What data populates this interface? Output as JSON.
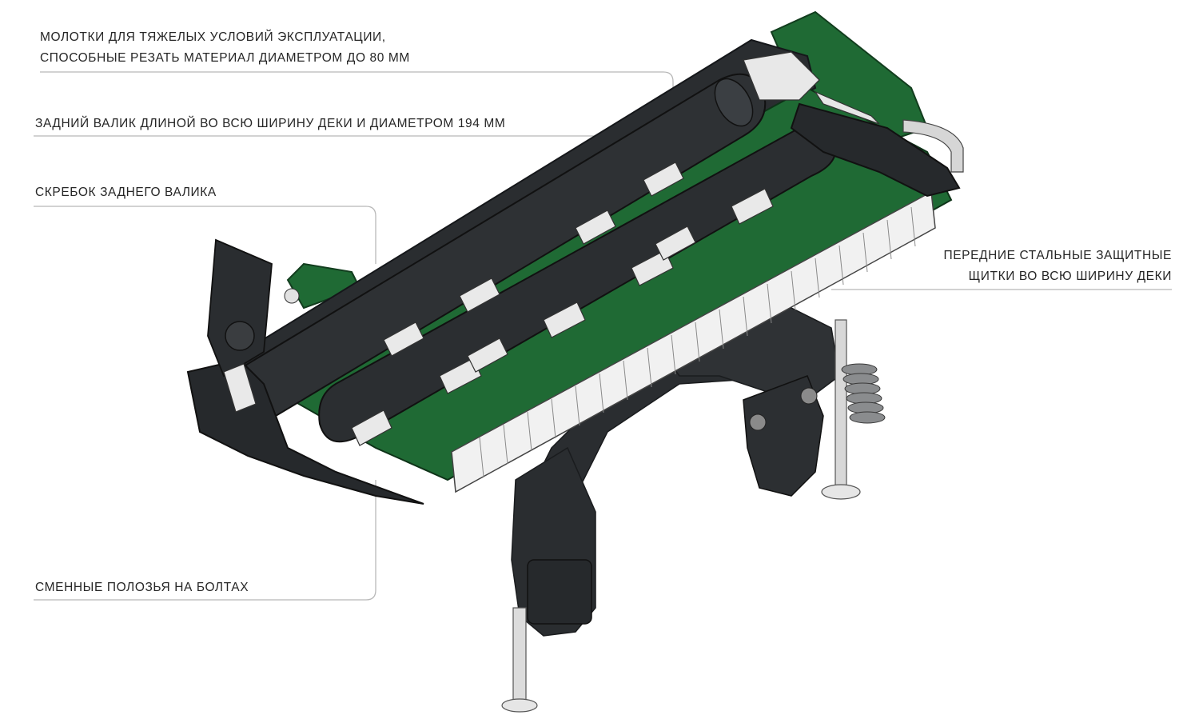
{
  "callouts": {
    "hammers": {
      "line1": "МОЛОТКИ ДЛЯ ТЯЖЕЛЫХ УСЛОВИЙ ЭКСПЛУАТАЦИИ,",
      "line2": "СПОСОБНЫЕ РЕЗАТЬ МАТЕРИАЛ ДИАМЕТРОМ ДО 80 ММ"
    },
    "rear_roller": "ЗАДНИЙ ВАЛИК ДЛИНОЙ ВО ВСЮ ШИРИНУ ДЕКИ И ДИАМЕТРОМ 194 ММ",
    "roller_scraper": "СКРЕБОК ЗАДНЕГО ВАЛИКА",
    "front_guards": {
      "line1": "ПЕРЕДНИЕ СТАЛЬНЫЕ ЗАЩИТНЫЕ",
      "line2": "ЩИТКИ ВО ВСЮ ШИРИНУ ДЕКИ"
    },
    "skids": "СМЕННЫЕ ПОЛОЗЬЯ НА БОЛТАХ"
  },
  "colors": {
    "machine_green": "#1f6a34",
    "machine_dark": "#2a2d30",
    "guard_light": "#f1f1f1",
    "leader_line": "#b8b8b8",
    "label_text": "#262626"
  }
}
